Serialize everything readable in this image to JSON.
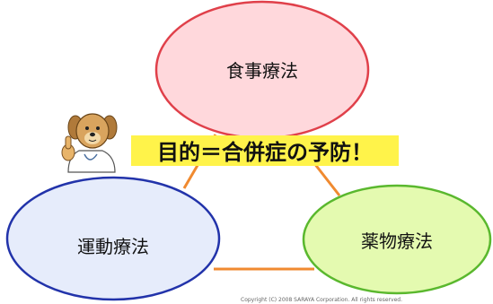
{
  "diagram": {
    "top_node": "食事療法",
    "left_node": "運動療法",
    "right_node": "薬物療法",
    "center_text": "目的＝合併症の予防！",
    "copyright": "Copyright (C) 2008 SARAYA Corporation. All rights reserved."
  },
  "colors": {
    "top_fill": "#ffd8dc",
    "top_stroke": "#e0404a",
    "left_fill": "#e6ecfb",
    "left_stroke": "#2233aa",
    "right_fill": "#e4fab0",
    "right_stroke": "#5ab82e",
    "connector": "#f08a30",
    "highlight": "#fff34a"
  },
  "icons": {
    "mascot": "dog-doctor-thumbs-up"
  }
}
